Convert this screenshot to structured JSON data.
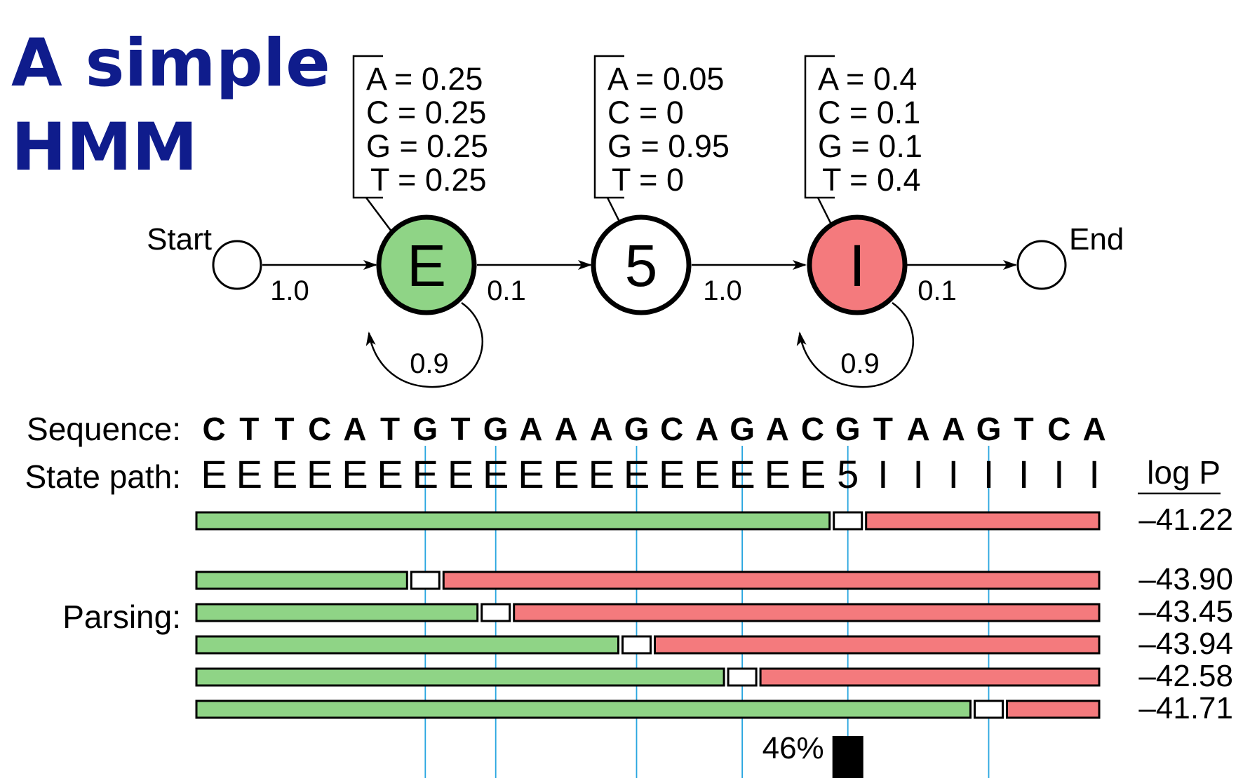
{
  "title": {
    "line1": "A simple",
    "line2": "HMM"
  },
  "colors": {
    "title": "#0f1c8c",
    "exon": "#8fd486",
    "intron": "#f47a7d",
    "splice": "#ffffff",
    "guide": "#29a6e0",
    "bar": "#000000"
  },
  "start_label": "Start",
  "end_label": "End",
  "states": [
    {
      "symbol": "E",
      "color": "#8fd486",
      "emissions": [
        "A = 0.25",
        "C = 0.25",
        "G = 0.25",
        "T = 0.25"
      ],
      "self_loop": "0.9"
    },
    {
      "symbol": "5",
      "color": "#ffffff",
      "emissions": [
        "A = 0.05",
        "C = 0",
        "G = 0.95",
        "T = 0"
      ]
    },
    {
      "symbol": "I",
      "color": "#f47a7d",
      "emissions": [
        "A = 0.4",
        "C = 0.1",
        "G = 0.1",
        "T = 0.4"
      ],
      "self_loop": "0.9"
    }
  ],
  "transitions": [
    "1.0",
    "0.1",
    "1.0",
    "0.1"
  ],
  "sequence_label": "Sequence:",
  "sequence": [
    "C",
    "T",
    "T",
    "C",
    "A",
    "T",
    "G",
    "T",
    "G",
    "A",
    "A",
    "A",
    "G",
    "C",
    "A",
    "G",
    "A",
    "C",
    "G",
    "T",
    "A",
    "A",
    "G",
    "T",
    "C",
    "A"
  ],
  "state_path_label": "State path:",
  "state_path": [
    "E",
    "E",
    "E",
    "E",
    "E",
    "E",
    "E",
    "E",
    "E",
    "E",
    "E",
    "E",
    "E",
    "E",
    "E",
    "E",
    "E",
    "E",
    "5",
    "I",
    "I",
    "I",
    "I",
    "I",
    "I",
    "I"
  ],
  "logp_label": "log P",
  "best_parse": {
    "splice_index": 18,
    "logp": "–41.22"
  },
  "parsing_label": "Parsing:",
  "parses": [
    {
      "splice_index": 6,
      "logp": "–43.90"
    },
    {
      "splice_index": 8,
      "logp": "–43.45"
    },
    {
      "splice_index": 12,
      "logp": "–43.94"
    },
    {
      "splice_index": 15,
      "logp": "–42.58"
    },
    {
      "splice_index": 22,
      "logp": "–41.71"
    }
  ],
  "posterior": {
    "label": "46%",
    "splice_index": 18
  }
}
